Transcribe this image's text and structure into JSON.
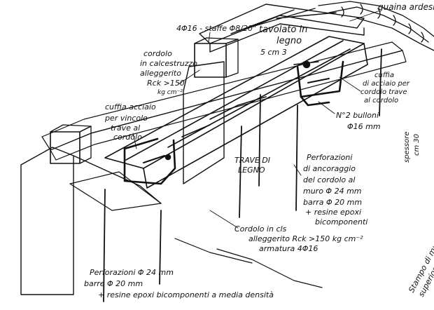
{
  "annotations": {
    "guaina": "guaina ardesiata",
    "staffe": "4Φ16 - staffe Φ8/20\"",
    "tavolato_1": "tavolato in",
    "tavolato_2": "legno",
    "tavolato_3": "5 cm 3",
    "cordolo_top_1": "cordolo",
    "cordolo_top_2": "in calcestruzzo",
    "cordolo_top_3": "alleggerito",
    "cordolo_top_4": "Rck >150",
    "cordolo_top_5": "kg cm⁻²",
    "cuffia_right_1": "cuffia",
    "cuffia_right_2": "di acciaio per",
    "cuffia_right_3": "cordolo trave",
    "cuffia_right_4": "al cordolo",
    "cuffia_left_1": "cuffia acciaio",
    "cuffia_left_2": "per vincolo",
    "cuffia_left_3": "trave al",
    "cuffia_left_4": "cordolo",
    "bolts_1": "N°2 bulloni",
    "bolts_2": "Φ16 mm",
    "spessore_1": "spessore",
    "spessore_2": "cm 30",
    "trave_1": "TRAVE DI",
    "trave_2": "LEGNO",
    "perforazioni_right_1": "Perforazioni",
    "perforazioni_right_2": "di ancoraggio",
    "perforazioni_right_3": "del cordolo al",
    "perforazioni_right_4": "muro Φ 24 mm",
    "perforazioni_right_5": "barra Φ 20 mm",
    "perforazioni_right_6": "+ resine epoxi",
    "perforazioni_right_7": "bicomponenti",
    "cordolo_bottom_1": "Cordolo in cls",
    "cordolo_bottom_2": "alleggerito Rck >150 kg cm⁻²",
    "cordolo_bottom_3": "armatura 4Φ16",
    "stampo_1": "Stampo di muratura",
    "stampo_2": "superiore a lombarda",
    "perforazioni_bottom_1": "Perforazioni Φ 24 mm",
    "perforazioni_bottom_2": "barre Φ 20 mm",
    "perforazioni_bottom_3": "+ resine epoxi bicomponenti a media densità"
  }
}
